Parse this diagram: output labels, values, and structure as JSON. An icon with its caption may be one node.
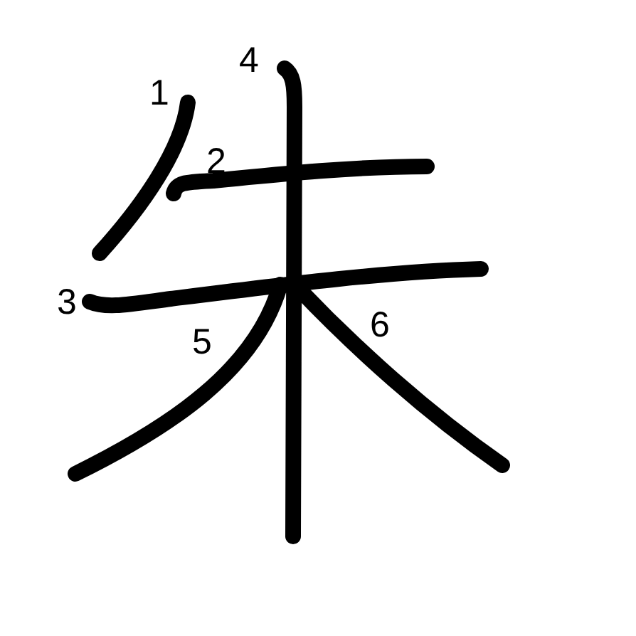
{
  "diagram": {
    "labels": [
      "4",
      "1",
      "2",
      "3",
      "5",
      "6"
    ]
  }
}
